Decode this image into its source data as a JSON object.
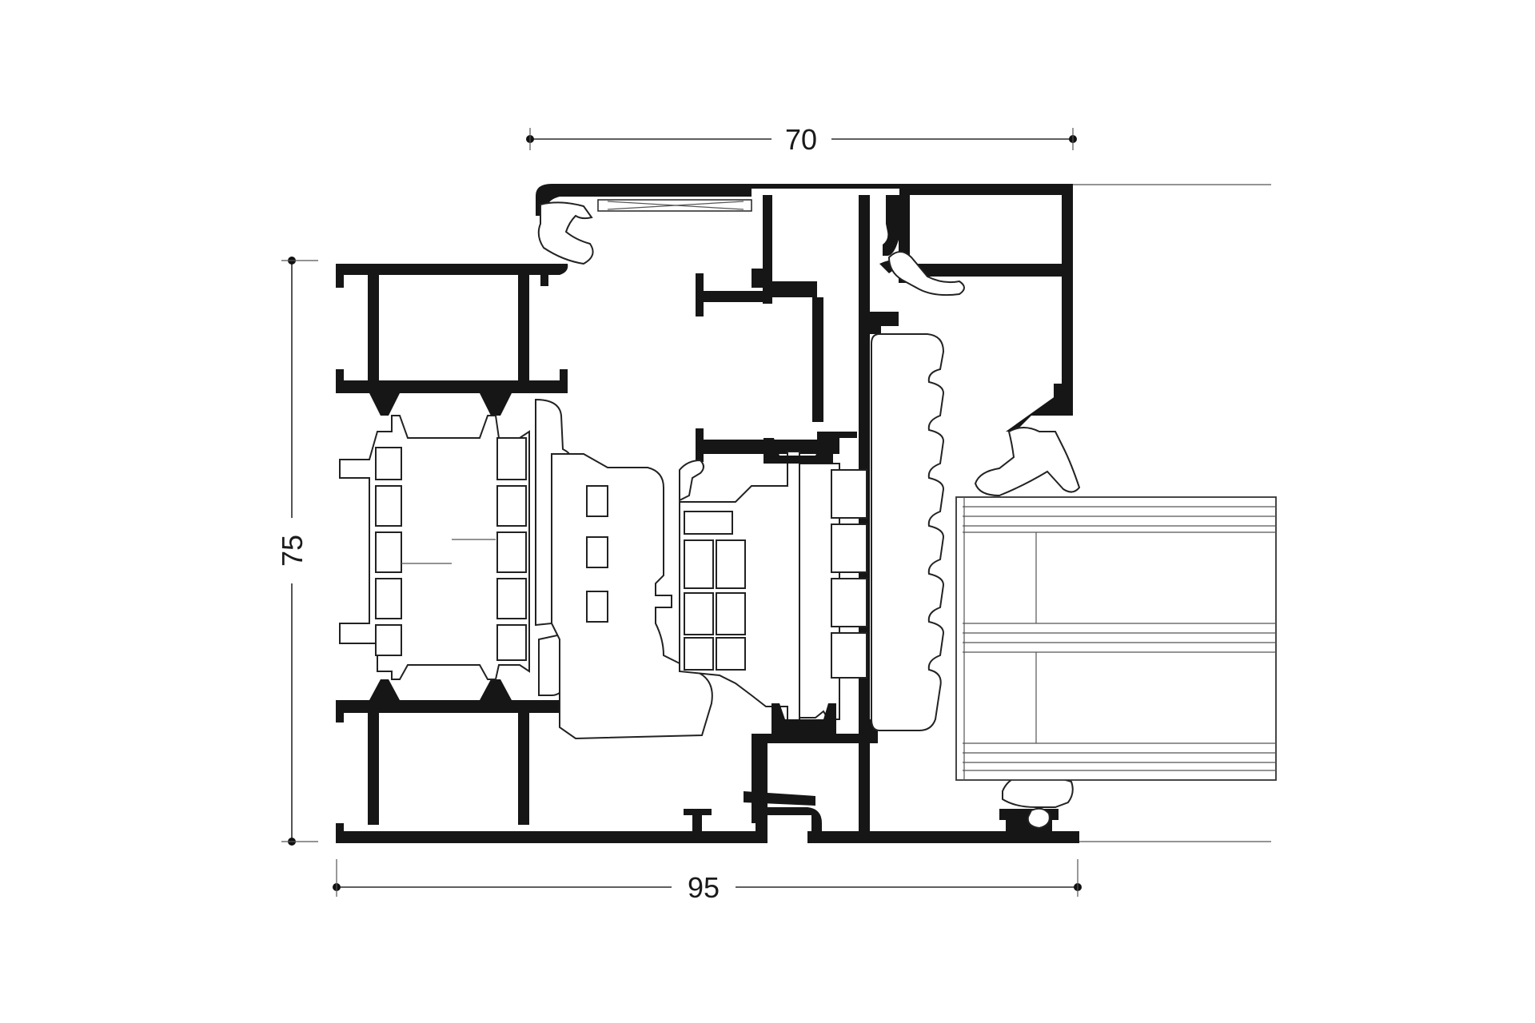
{
  "dimensions": {
    "top": "70",
    "bottom": "95",
    "left": "75"
  },
  "colors": {
    "profile": "#161616",
    "line": "#2a2a2a",
    "background": "#ffffff"
  }
}
